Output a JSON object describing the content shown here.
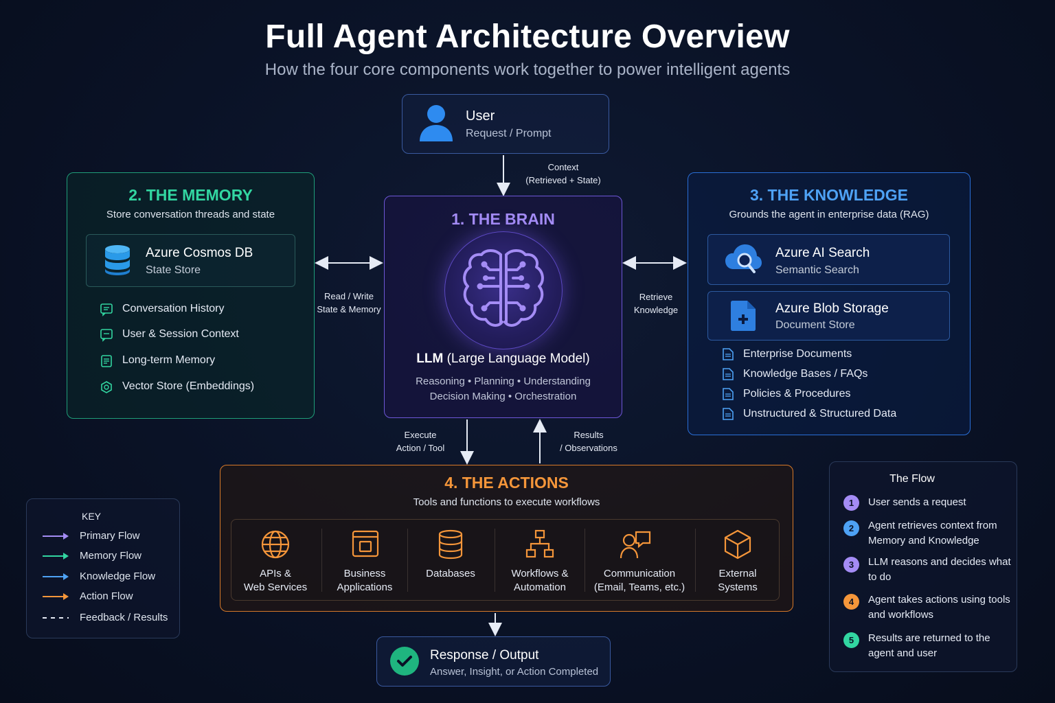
{
  "header": {
    "title": "Full Agent Architecture Overview",
    "subtitle": "How the four core components work together to power intelligent agents"
  },
  "user": {
    "title": "User",
    "subtitle": "Request / Prompt"
  },
  "connectors": {
    "context": [
      "Context",
      "(Retrieved + State)"
    ],
    "memory": [
      "Read / Write",
      "State & Memory"
    ],
    "knowledge": [
      "Retrieve",
      "Knowledge"
    ],
    "execute": [
      "Execute",
      "Action / Tool"
    ],
    "results": [
      "Results",
      "/ Observations"
    ]
  },
  "memory": {
    "title": "2.  THE MEMORY",
    "subtitle": "Store conversation threads and state",
    "service": {
      "title": "Azure Cosmos DB",
      "subtitle": "State Store"
    },
    "items": [
      "Conversation History",
      "User & Session Context",
      "Long-term Memory",
      "Vector Store (Embeddings)"
    ]
  },
  "brain": {
    "title": "1.  THE BRAIN",
    "llm_bold": "LLM",
    "llm_rest": " (Large Language Model)",
    "desc": [
      "Reasoning • Planning • Understanding",
      "Decision Making • Orchestration"
    ]
  },
  "knowledge": {
    "title": "3.  THE KNOWLEDGE",
    "subtitle": "Grounds the agent in enterprise data (RAG)",
    "services": [
      {
        "title": "Azure AI Search",
        "subtitle": "Semantic Search"
      },
      {
        "title": "Azure Blob Storage",
        "subtitle": "Document Store"
      }
    ],
    "items": [
      "Enterprise Documents",
      "Knowledge Bases / FAQs",
      "Policies & Procedures",
      "Unstructured & Structured Data"
    ]
  },
  "actions": {
    "title": "4.  THE ACTIONS",
    "subtitle": "Tools and functions to execute workflows",
    "tools": [
      {
        "line1": "APIs &",
        "line2": "Web Services",
        "icon": "globe-icon"
      },
      {
        "line1": "Business",
        "line2": "Applications",
        "icon": "app-window-icon"
      },
      {
        "line1": "Databases",
        "line2": "",
        "icon": "database-icon"
      },
      {
        "line1": "Workflows &",
        "line2": "Automation",
        "icon": "workflow-icon"
      },
      {
        "line1": "Communication",
        "line2": "(Email, Teams, etc.)",
        "icon": "communication-icon"
      },
      {
        "line1": "External",
        "line2": "Systems",
        "icon": "cube-icon"
      }
    ]
  },
  "response": {
    "title": "Response / Output",
    "subtitle": "Answer, Insight, or Action Completed"
  },
  "key": {
    "title": "KEY",
    "items": [
      {
        "label": "Primary Flow",
        "color": "#a48cf5"
      },
      {
        "label": "Memory Flow",
        "color": "#32d6a1"
      },
      {
        "label": "Knowledge Flow",
        "color": "#4ea2f5"
      },
      {
        "label": "Action Flow",
        "color": "#f5963a"
      },
      {
        "label": "Feedback / Results",
        "color": "#e6ebf5"
      }
    ]
  },
  "flow": {
    "title": "The Flow",
    "steps": [
      {
        "num": "1",
        "text": "User sends a request",
        "color": "#a48cf5"
      },
      {
        "num": "2",
        "text": "Agent retrieves context from Memory and Knowledge",
        "color": "#4ea2f5"
      },
      {
        "num": "3",
        "text": "LLM reasons and decides what to do",
        "color": "#a48cf5"
      },
      {
        "num": "4",
        "text": "Agent takes actions using tools and workflows",
        "color": "#f5963a"
      },
      {
        "num": "5",
        "text": "Results are returned to the agent and user",
        "color": "#32d6a1"
      }
    ]
  },
  "colors": {
    "memory": "#32d6a1",
    "brain": "#a48cf5",
    "knowledge": "#4ea2f5",
    "actions": "#f5963a"
  }
}
